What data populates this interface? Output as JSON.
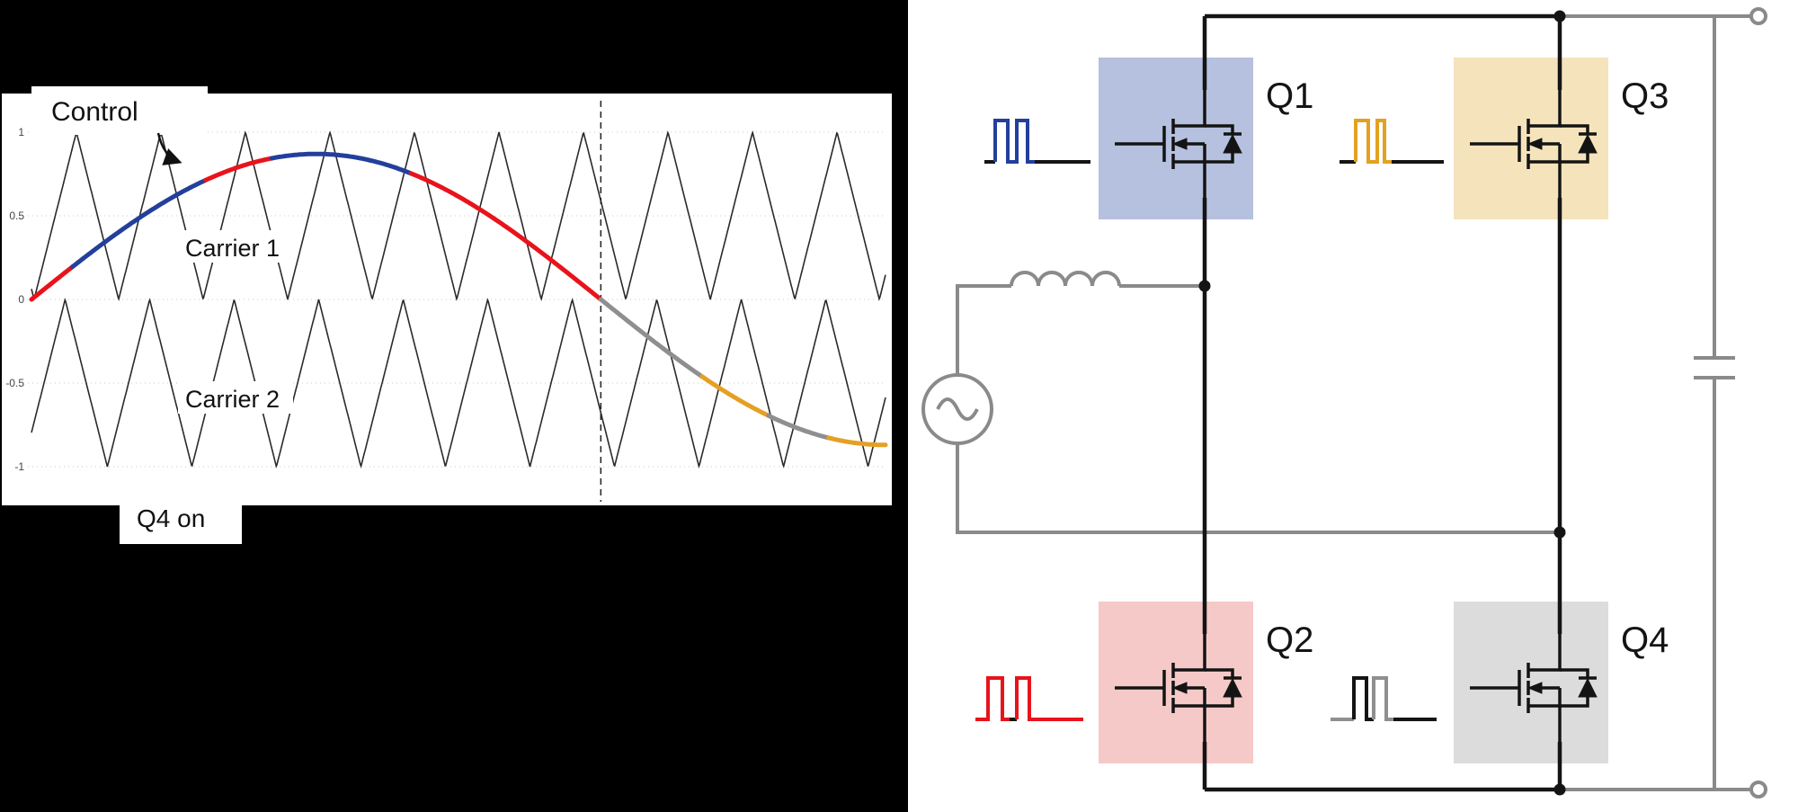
{
  "left_panel": {
    "background": "#000000",
    "labels": {
      "control": "Control",
      "carrier1": "Carrier 1",
      "carrier2": "Carrier 2",
      "q4_on": "Q4 on"
    }
  },
  "chart_data": {
    "type": "line",
    "title": "",
    "xlabel": "",
    "ylabel": "",
    "x_range_deg": [
      0,
      270
    ],
    "ylim": [
      -1,
      1
    ],
    "yticks": [
      1,
      0.5,
      0,
      -0.5,
      -1
    ],
    "ytick_labels": [
      "1",
      "0.5",
      "0",
      "-0.5",
      "-1"
    ],
    "grid": true,
    "legend": false,
    "zero_crossing_marker_deg": 180,
    "series": [
      {
        "name": "Control",
        "kind": "sine",
        "amplitude": 0.87,
        "segments": [
          {
            "from_deg": 0,
            "to_deg": 13,
            "color": "#e8131b"
          },
          {
            "from_deg": 13,
            "to_deg": 55,
            "color": "#233f9c"
          },
          {
            "from_deg": 55,
            "to_deg": 76,
            "color": "#e8131b"
          },
          {
            "from_deg": 76,
            "to_deg": 120,
            "color": "#233f9c"
          },
          {
            "from_deg": 120,
            "to_deg": 180,
            "color": "#e8131b"
          },
          {
            "from_deg": 180,
            "to_deg": 212,
            "color": "#8f8f8f"
          },
          {
            "from_deg": 212,
            "to_deg": 233,
            "color": "#e5a024"
          },
          {
            "from_deg": 233,
            "to_deg": 252,
            "color": "#8f8f8f"
          },
          {
            "from_deg": 252,
            "to_deg": 270,
            "color": "#e5a024"
          }
        ]
      },
      {
        "name": "Carrier 1",
        "kind": "triangle",
        "extreme": 1,
        "extreme_deg": 14.2,
        "period_deg": 26.72,
        "color": "#2a2a2a"
      },
      {
        "name": "Carrier 2",
        "kind": "triangle",
        "extreme": -1,
        "extreme_deg": 24.0,
        "period_deg": 26.72,
        "color": "#2a2a2a"
      }
    ]
  },
  "circuit": {
    "background": "#ffffff",
    "wire_black": "#141414",
    "wire_gray": "#8a8a8a",
    "transistors": [
      {
        "id": "Q1",
        "label": "Q1",
        "position": "left-leg-top",
        "highlight": "#b6c0df",
        "pulse_color": "#233f9c"
      },
      {
        "id": "Q2",
        "label": "Q2",
        "position": "left-leg-bottom",
        "highlight": "#f5c9c7",
        "pulse_color": "#e8131b"
      },
      {
        "id": "Q3",
        "label": "Q3",
        "position": "right-leg-top",
        "highlight": "#f5e3bb",
        "pulse_color": "#e2a220"
      },
      {
        "id": "Q4",
        "label": "Q4",
        "position": "right-leg-bottom",
        "highlight": "#dcdcdc",
        "pulse_color": "#8f8f8f"
      }
    ],
    "components": [
      "ac-source",
      "inductor",
      "full-bridge",
      "dc-capacitor",
      "output-terminals"
    ]
  }
}
